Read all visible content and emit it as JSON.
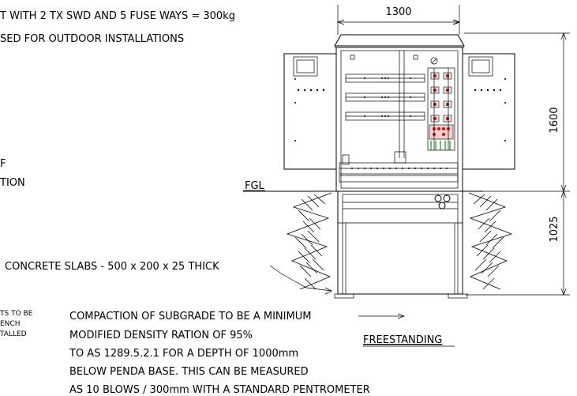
{
  "notes": {
    "weight": "T WITH 2 TX SWD AND 5 FUSE WAYS = 300kg",
    "outdoor": "SED FOR OUTDOOR INSTALLATIONS",
    "left_frag_1": "F",
    "left_frag_2": "TION",
    "slabs": "CONCRETE SLABS - 500 x 200 x 25 THICK",
    "small_1": "TS TO BE",
    "small_2": "ENCH",
    "small_3": "TALLED",
    "compaction": [
      "COMPACTION OF SUBGRADE TO BE A MINIMUM",
      "MODIFIED DENSITY RATION OF 95%",
      "TO AS 1289.5.2.1 FOR A DEPTH OF 1000mm",
      "BELOW PENDA BASE. THIS CAN BE MEASURED",
      "AS 10 BLOWS / 300mm WITH A STANDARD PENTROMETER"
    ],
    "view_title": "FREESTANDING",
    "fgl": "FGL"
  },
  "dimensions": {
    "width": "1300",
    "height_above": "1600",
    "depth_below": "1025"
  }
}
